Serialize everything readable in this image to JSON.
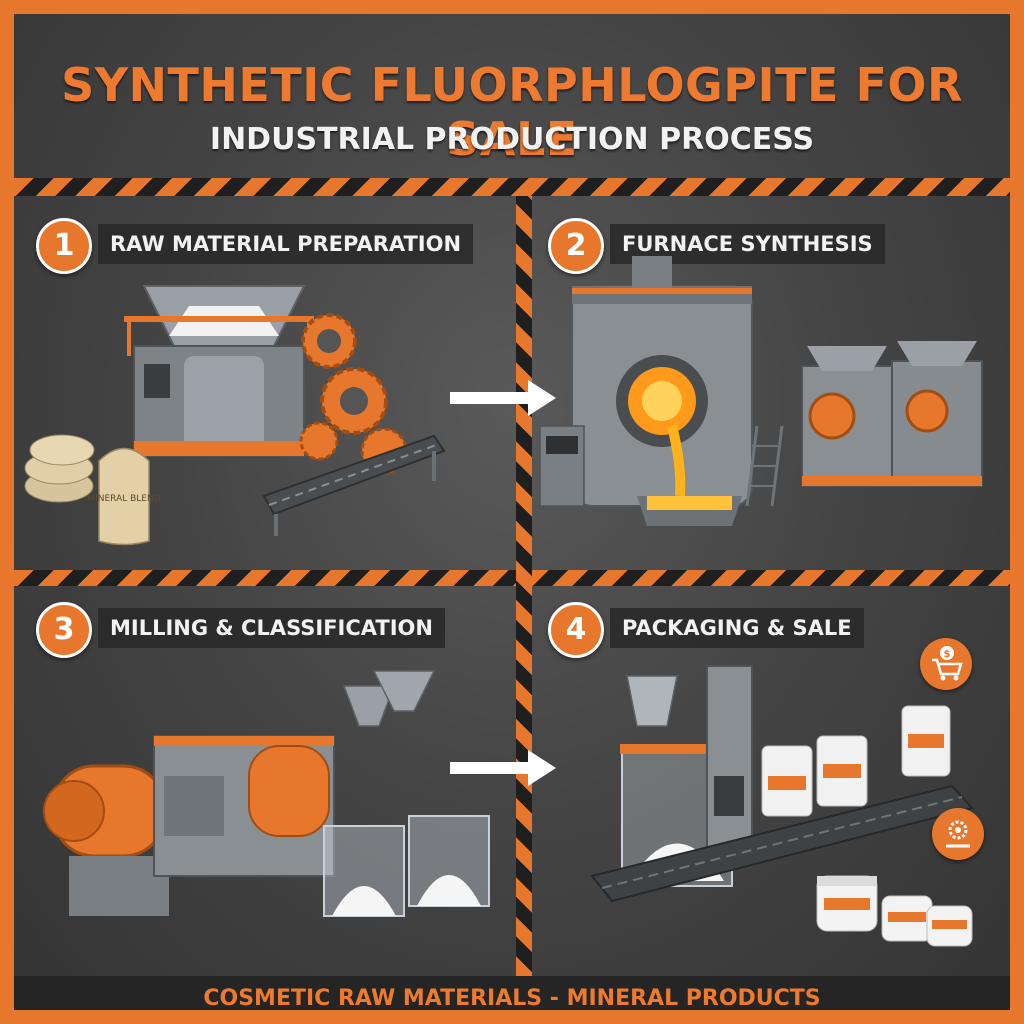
{
  "header": {
    "title": "SYNTHETIC FLUORPHLOGPITE FOR SALE",
    "subtitle": "INDUSTRIAL PRODUCTION PROCESS"
  },
  "steps": [
    {
      "number": "1",
      "label": "RAW MATERIAL PREPARATION",
      "bag_text": "MINERAL BLEND"
    },
    {
      "number": "2",
      "label": "FURNACE SYNTHESIS"
    },
    {
      "number": "3",
      "label": "MILLING & CLASSIFICATION"
    },
    {
      "number": "4",
      "label": "PACKAGING & SALE"
    }
  ],
  "icons": {
    "cart": "shopping-cart-dollar-icon",
    "tool": "wrench-gear-icon"
  },
  "footer": {
    "text": "COSMETIC RAW MATERIALS - MINERAL PRODUCTS"
  },
  "colors": {
    "accent": "#e8772e",
    "machine_grey": "#8a8f94",
    "background": "#454545",
    "molten": "#ffb21a"
  }
}
